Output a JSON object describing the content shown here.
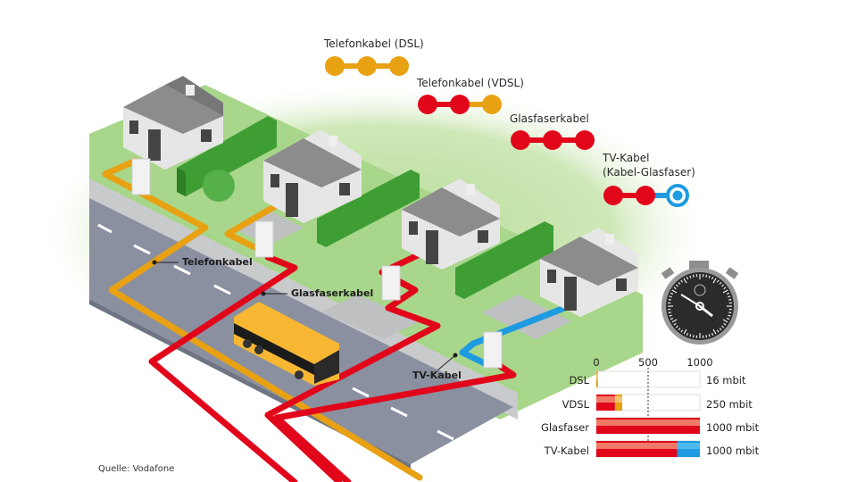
{
  "legend": {
    "items": [
      {
        "label_lines": [
          "Telefonkabel (DSL)"
        ],
        "dots": [
          "orange",
          "orange",
          "orange"
        ],
        "links": [
          "orange",
          "orange"
        ]
      },
      {
        "label_lines": [
          "Telefonkabel (VDSL)"
        ],
        "dots": [
          "red",
          "red",
          "orange"
        ],
        "links": [
          "red",
          "orange"
        ]
      },
      {
        "label_lines": [
          "Glasfaserkabel"
        ],
        "dots": [
          "red",
          "red",
          "red"
        ],
        "links": [
          "red",
          "red"
        ]
      },
      {
        "label_lines": [
          "TV-Kabel",
          "(Kabel-Glasfaser)"
        ],
        "dots": [
          "red",
          "red",
          "blue-ring"
        ],
        "links": [
          "red",
          "blue"
        ]
      }
    ]
  },
  "callouts": {
    "telefon": "Telefonkabel",
    "glasfaser": "Glasfaserkabel",
    "tv": "TV-Kabel"
  },
  "colors": {
    "orange": "#E8A112",
    "red": "#E2061B",
    "red_light": "#F07A66",
    "blue": "#1E9BE0",
    "blue_light": "#4FB9EE",
    "orange_light": "#F3C46A",
    "grass": "#A8D68A",
    "hedge": "#3E9E34",
    "road": "#8A90A0",
    "sidewalk": "#C9CACC",
    "roof": "#8C8C8C",
    "wall": "#E6E6E6",
    "bus": "#F7B733",
    "stopwatch_face": "#2B2B2B"
  },
  "chart_data": {
    "type": "bar",
    "title": "",
    "categories": [
      "DSL",
      "VDSL",
      "Glasfaser",
      "TV-Kabel"
    ],
    "xlim": [
      0,
      1000
    ],
    "ticks": [
      "0",
      "500",
      "1000"
    ],
    "values": [
      16,
      250,
      1000,
      1000
    ],
    "value_labels": [
      "16 mbit",
      "250 mbit",
      "1000 mbit",
      "1000 mbit"
    ],
    "segments": [
      [
        {
          "cable": "orange",
          "value": 16
        }
      ],
      [
        {
          "cable": "red",
          "value": 180
        },
        {
          "cable": "orange",
          "value": 70
        }
      ],
      [
        {
          "cable": "red",
          "value": 1000
        }
      ],
      [
        {
          "cable": "red",
          "value": 780
        },
        {
          "cable": "blue",
          "value": 220
        }
      ]
    ],
    "reference_line": 500,
    "xlabel": "",
    "ylabel": ""
  },
  "source": "Quelle: Vodafone"
}
